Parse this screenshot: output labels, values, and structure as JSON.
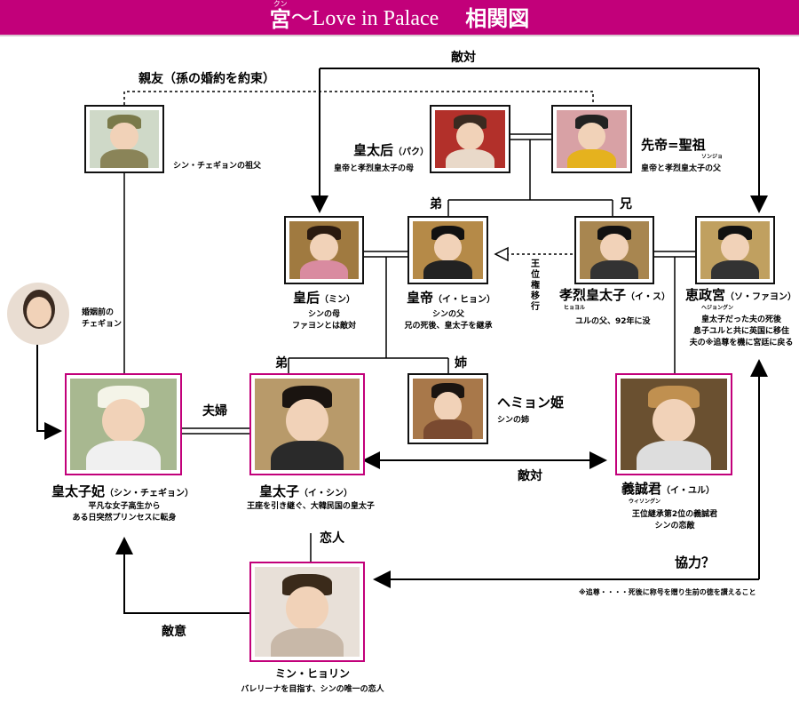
{
  "header": {
    "title_kanji": "宮",
    "title_ruby": "クン",
    "title_en": "〜Love in Palace",
    "title_suffix": "相関図"
  },
  "relations": {
    "rivals_top": "敵対",
    "best_friends": "親友（孫の婚約を約束）",
    "younger_brother": "弟",
    "older_brother": "兄",
    "throne_transfer": "王位権移行",
    "married": "夫婦",
    "younger_brother2": "弟",
    "older_sister": "姉",
    "rivals_mid": "敵対",
    "lovers": "恋人",
    "hostility": "敵意",
    "cooperation": "協力？"
  },
  "characters": {
    "grandfather": {
      "caption": "シン・チェギョンの祖父"
    },
    "grand_empress": {
      "name": "皇太后",
      "paren": "（パク）",
      "caption": "皇帝と孝烈皇太子の母"
    },
    "former_emperor": {
      "name": "先帝=聖祖",
      "ruby": "ソンジョ",
      "caption": "皇帝と孝烈皇太子の父"
    },
    "empress": {
      "name": "皇后",
      "paren": "（ミン）",
      "line1": "シンの母",
      "line2": "ファヨンとは敵対"
    },
    "emperor": {
      "name": "皇帝",
      "paren": "（イ・ヒョン）",
      "line1": "シンの父",
      "line2": "兄の死後、皇太子を継承"
    },
    "hyoryeol": {
      "name": "孝烈皇太子",
      "paren": "（イ・ス）",
      "ruby": "ヒョヨル",
      "line1": "ユルの父、92年に没"
    },
    "hyejeong": {
      "name": "恵政宮",
      "paren": "（ソ・ファヨン）",
      "ruby": "ヘジョングン",
      "line1": "皇太子だった夫の死後",
      "line2": "息子ユルと共に英国に移住",
      "line3": "夫の※追尊を機に宮廷に戻る"
    },
    "young_chaegyeong": {
      "line1": "婚姻前の",
      "line2": "チェギョン"
    },
    "chaegyeong": {
      "name": "皇太子妃",
      "paren": "（シン・チェギョン）",
      "line1": "平凡な女子高生から",
      "line2": "ある日突然プリンセスに転身"
    },
    "shin": {
      "name": "皇太子",
      "paren": "（イ・シン）",
      "line1": "王座を引き継ぐ、大韓民国の皇太子"
    },
    "hyemyeong": {
      "name": "ヘミョン姫",
      "line1": "シンの姉"
    },
    "yul": {
      "name": "義誠君",
      "paren": "（イ・ユル）",
      "ruby": "ウィソングン",
      "line1": "王位継承第2位の義誠君",
      "line2": "シンの恋敵"
    },
    "hyorin": {
      "name": "ミン・ヒョリン",
      "line1": "バレリーナを目指す、シンの唯一の恋人"
    }
  },
  "footnote": "※追尊・・・・死後に称号を贈り生前の徳を讃えること",
  "colors": {
    "header": "#c2007a",
    "main_border": "#c2007a"
  }
}
